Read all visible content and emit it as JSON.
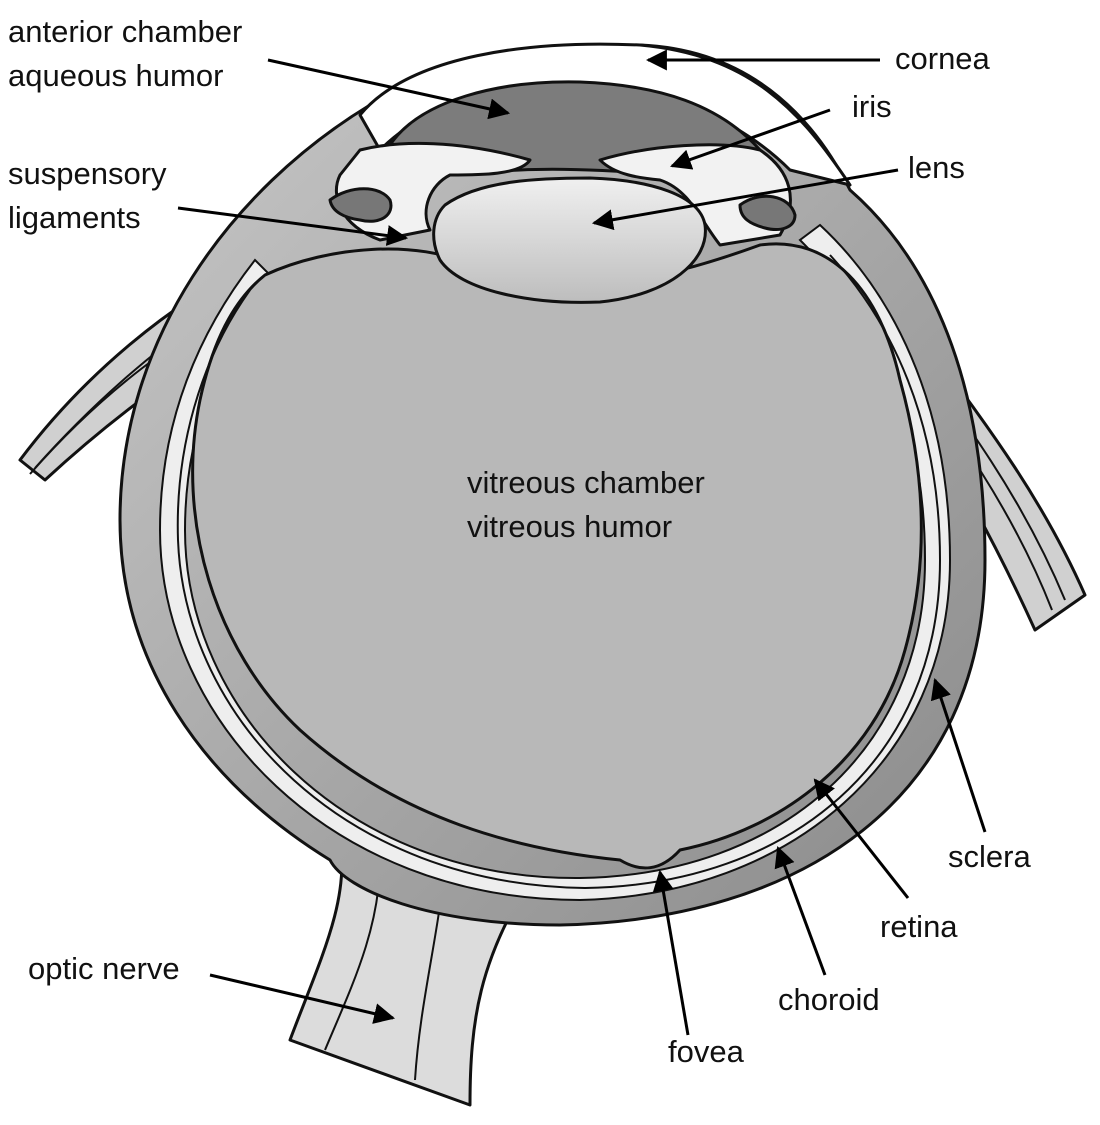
{
  "colors": {
    "background": "#ffffff",
    "sclera": "#9a9a9a",
    "sclera_light": "#d9d9d9",
    "cornea": "#ffffff",
    "aqueous": "#7c7c7c",
    "vitreous": "#b8b8b8",
    "lens": "#dedede",
    "retina": "#e6e6e6",
    "outline": "#111111"
  },
  "labels": {
    "anterior_chamber": [
      "anterior chamber",
      "aqueous humor"
    ],
    "suspensory": [
      "suspensory",
      "ligaments"
    ],
    "cornea": "cornea",
    "iris": "iris",
    "lens": "lens",
    "vitreous": [
      "vitreous chamber",
      "vitreous humor"
    ],
    "sclera": "sclera",
    "retina": "retina",
    "choroid": "choroid",
    "fovea": "fovea",
    "optic_nerve": "optic nerve"
  }
}
